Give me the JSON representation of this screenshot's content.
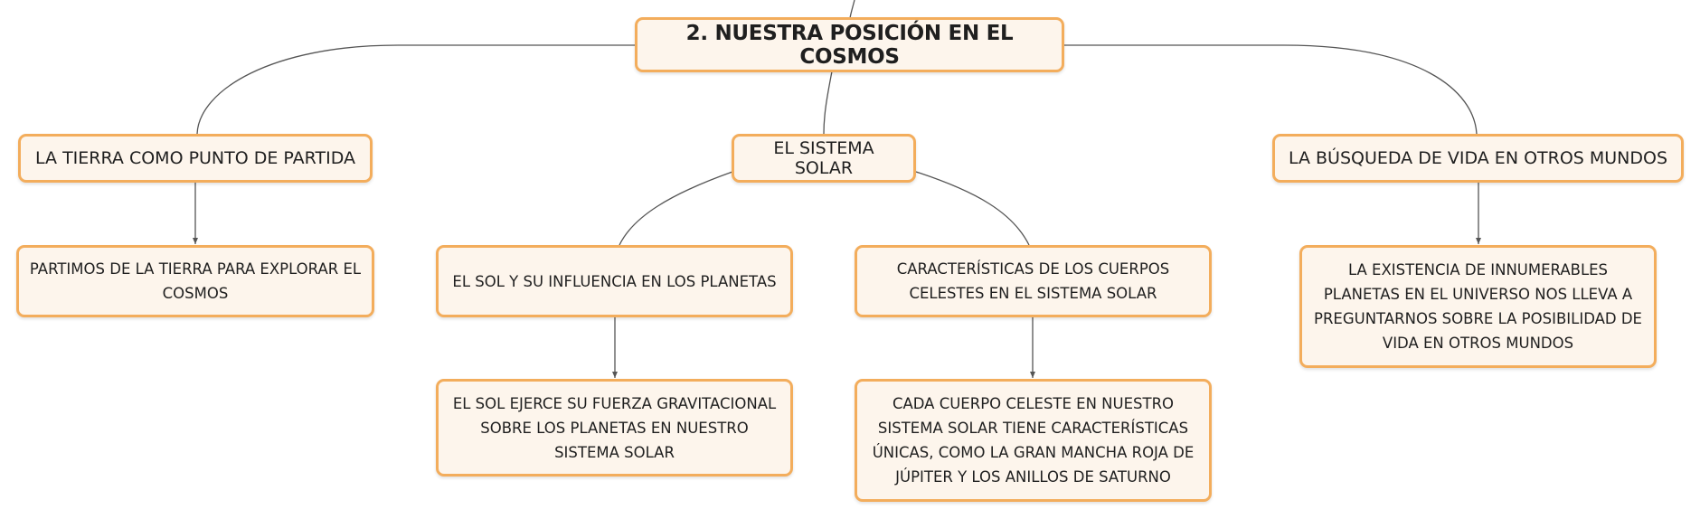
{
  "diagram": {
    "root": {
      "label": "2. NUESTRA POSICIÓN EN EL COSMOS"
    },
    "branches": [
      {
        "label": "LA TIERRA COMO PUNTO DE PARTIDA",
        "children": [
          {
            "label": "PARTIMOS DE LA TIERRA PARA EXPLORAR EL COSMOS"
          }
        ]
      },
      {
        "label": "EL SISTEMA SOLAR",
        "children": [
          {
            "label": "EL SOL Y SU INFLUENCIA EN LOS PLANETAS",
            "children": [
              {
                "label": "EL SOL EJERCE SU FUERZA GRAVITACIONAL SOBRE LOS PLANETAS EN NUESTRO SISTEMA SOLAR"
              }
            ]
          },
          {
            "label": "CARACTERÍSTICAS DE LOS CUERPOS CELESTES EN EL SISTEMA SOLAR",
            "children": [
              {
                "label": "CADA CUERPO CELESTE EN NUESTRO SISTEMA SOLAR TIENE CARACTERÍSTICAS ÚNICAS, COMO LA GRAN MANCHA ROJA DE JÚPITER Y LOS ANILLOS DE SATURNO"
              }
            ]
          }
        ]
      },
      {
        "label": "LA BÚSQUEDA DE VIDA EN OTROS MUNDOS",
        "children": [
          {
            "label": "LA EXISTENCIA DE INNUMERABLES PLANETAS EN EL UNIVERSO NOS LLEVA A PREGUNTARNOS SOBRE LA POSIBILIDAD DE VIDA EN OTROS MUNDOS"
          }
        ]
      }
    ]
  },
  "colors": {
    "node_fill": "#fdf5ec",
    "node_border": "#f3ad5c",
    "connector": "#555555",
    "text": "#1f1f1f"
  }
}
